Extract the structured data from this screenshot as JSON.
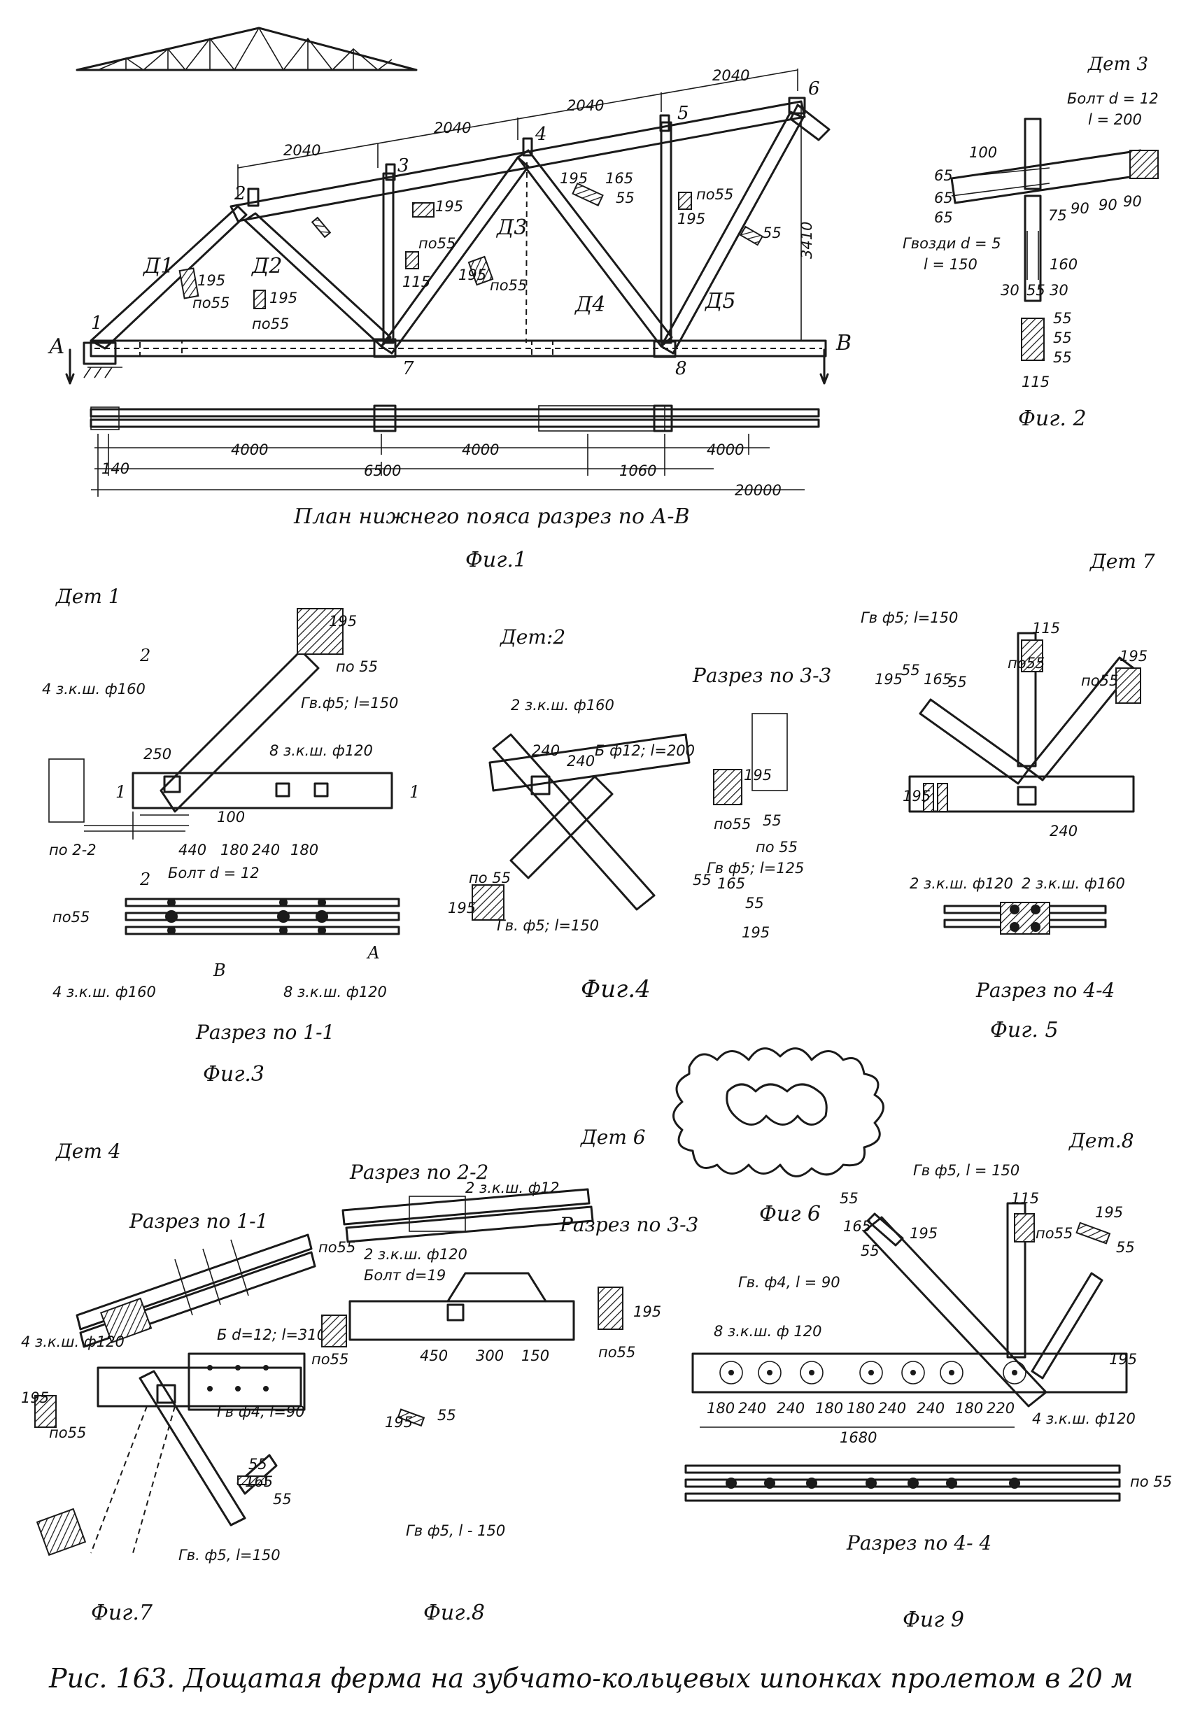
{
  "caption": "Рис. 163. Дощатая ферма на зубчато-кольцевых шпонках пролетом в 20 м",
  "fig1": {
    "label": "Фиг.1",
    "plan_title": "План нижнего пояса разрез по А-В",
    "node_numbers": [
      "1",
      "2",
      "3",
      "4",
      "5",
      "6",
      "7",
      "8"
    ],
    "point_a": "А",
    "point_b": "В",
    "members": [
      "Д1",
      "Д2",
      "Д3",
      "Д4",
      "Д5"
    ],
    "top_dims": [
      "2040",
      "2040",
      "2040",
      "2040"
    ],
    "height": "3410",
    "bottom_dims": [
      "4000",
      "4000",
      "4000"
    ],
    "bottom_dims2": [
      "140",
      "6500",
      "1060"
    ],
    "span": "20000",
    "section_labels": [
      "195",
      "по55",
      "55",
      "165",
      "115"
    ]
  },
  "fig2": {
    "label": "Фиг. 2",
    "det": "Дет 3",
    "bolt": "Болт d = 12",
    "bolt_l": "l = 200",
    "nails": "Гвозди d = 5",
    "nails_l": "l = 150",
    "dims": [
      "100",
      "65",
      "65",
      "65",
      "75",
      "90",
      "90",
      "90",
      "160",
      "30",
      "55",
      "30",
      "55",
      "55",
      "55",
      "115"
    ]
  },
  "fig3": {
    "label": "Фиг.3",
    "det": "Дет 1",
    "section": "Разрез по 1-1",
    "items": [
      "4 з.к.ш. ф160",
      "Гв.ф5; l=150",
      "8 з.к.ш. ф120",
      "Болт d = 12",
      "по 2-2",
      "по55",
      "4 з.к.ш. ф160",
      "8 з.к.ш. ф120"
    ],
    "dims": [
      "250",
      "100",
      "440",
      "180",
      "240",
      "180",
      "195",
      "по 55"
    ],
    "letters": [
      "А",
      "В",
      "1",
      "1",
      "2",
      "2"
    ]
  },
  "fig4": {
    "label": "Фиг.4",
    "det": "Дет:2",
    "section": "Разрез по 3-3",
    "items": [
      "2 з.к.ш. ф160",
      "Б ф12; l=200",
      "Гв ф5; l=125",
      "Гв. ф5; l=150"
    ],
    "dims": [
      "240",
      "240",
      "195",
      "по55",
      "по 55",
      "55",
      "165",
      "55",
      "195"
    ]
  },
  "fig5": {
    "label": "Фиг. 5",
    "det": "Дет 7",
    "section": "Разрез по 4-4",
    "items": [
      "Гв ф5; l=150",
      "2 з.к.ш. ф120",
      "2 з.к.ш. ф160"
    ],
    "dims": [
      "115",
      "по55",
      "195",
      "55",
      "165",
      "55",
      "по55",
      "195",
      "240"
    ]
  },
  "fig6": {
    "label": "Фиг 6"
  },
  "fig7": {
    "label": "Фиг.7",
    "det": "Дет 4",
    "section": "Разрез по 1-1",
    "items": [
      "4 з.к.ш. ф120",
      "Б d=12; l=310",
      "Гв ф4, l=90",
      "Гв. ф5, l=150"
    ],
    "dims": [
      "по55",
      "195",
      "по55",
      "55",
      "165",
      "55"
    ]
  },
  "fig8": {
    "label": "Фиг.8",
    "det": "Дет 6",
    "section2": "Разрез по 2-2",
    "section3": "Разрез по 3-3",
    "items": [
      "2 з.к.ш. ф12",
      "2 з.к.ш. ф120",
      "Болт d=19",
      "Гв ф5, l - 150"
    ],
    "dims": [
      "450",
      "300",
      "150",
      "195",
      "по55",
      "по55",
      "195",
      "55",
      "195"
    ]
  },
  "fig9": {
    "label": "Фиг 9",
    "det": "Дет.8",
    "section": "Разрез по 4- 4",
    "items": [
      "Гв ф5, l = 150",
      "Гв. ф4, l = 90",
      "8 з.к.ш. ф 120",
      "4 з.к.ш. ф120"
    ],
    "dims": [
      "180",
      "240",
      "240",
      "180",
      "180",
      "240",
      "240",
      "180",
      "220"
    ],
    "total": "1680",
    "other_dims": [
      "195",
      "115",
      "по55",
      "55",
      "165",
      "55",
      "195",
      "55",
      "по 55"
    ]
  }
}
